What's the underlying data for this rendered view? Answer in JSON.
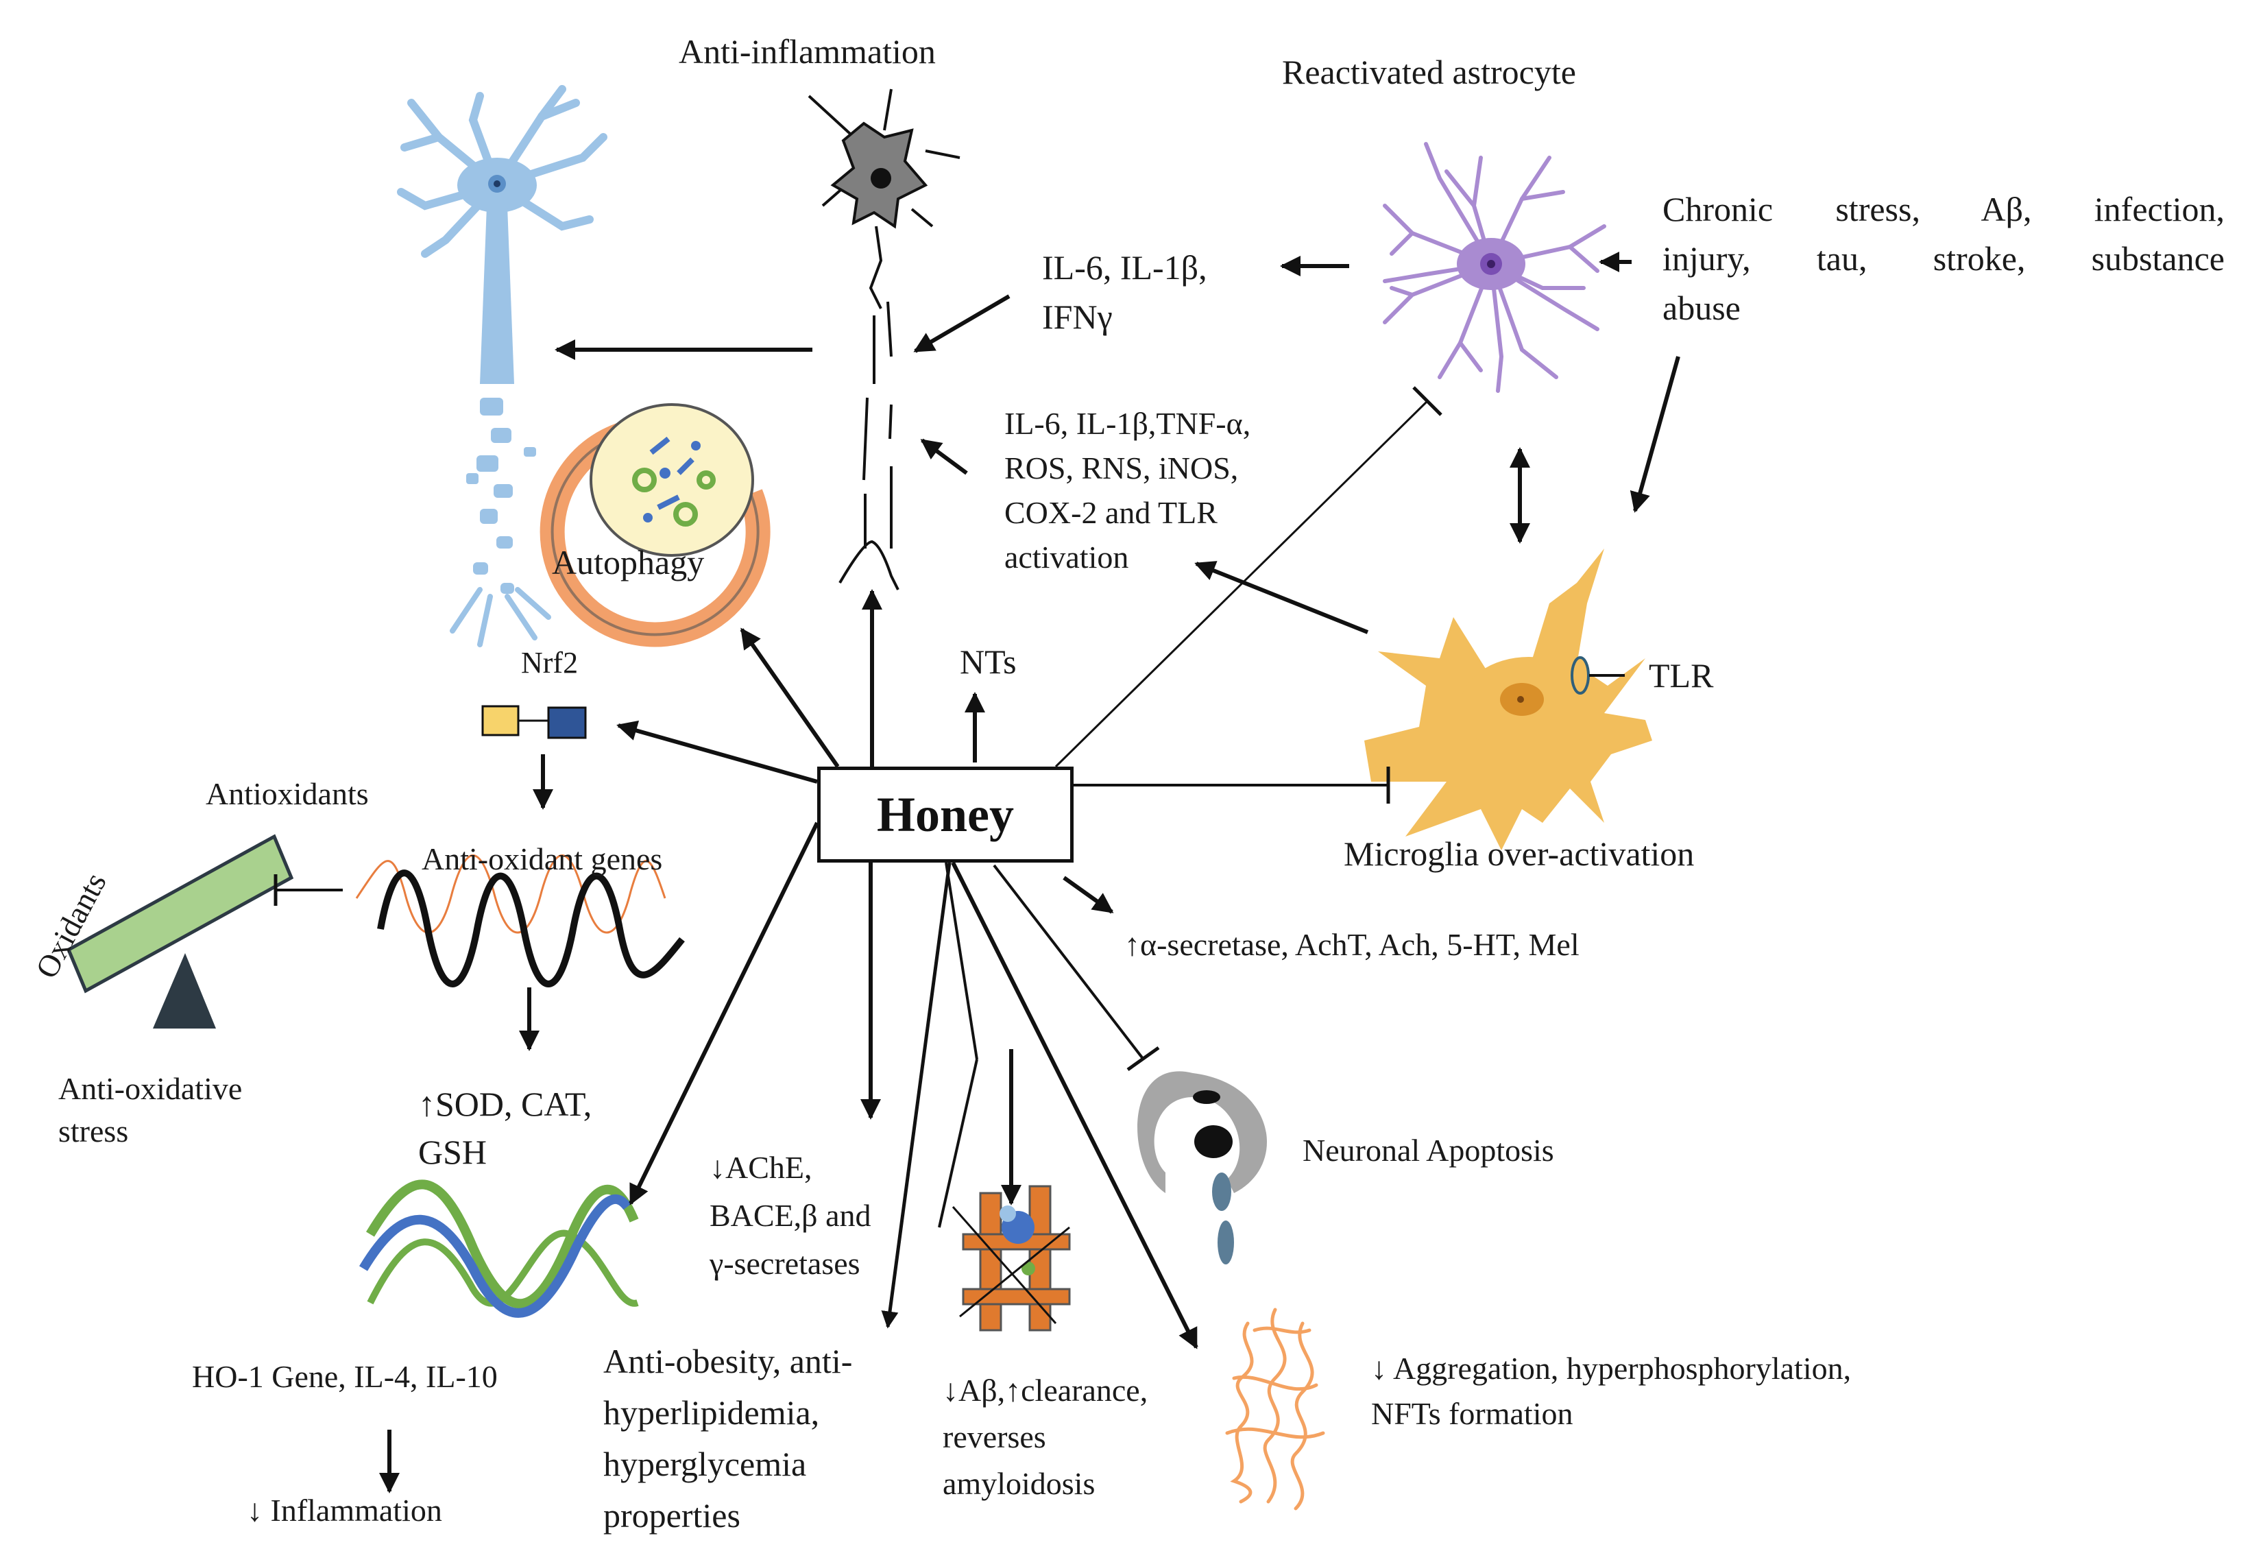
{
  "center": {
    "label": "Honey"
  },
  "labels": {
    "anti_inflammation": "Anti-inflammation",
    "reactivated_astrocyte": "Reactivated astrocyte",
    "chronic_stress_line1": "Chronic stress, Aβ, infection,",
    "chronic_stress_line2": "injury, tau, stroke, substance",
    "chronic_stress_line3": "abuse",
    "cytokines_1_line1": "IL-6, IL-1β,",
    "cytokines_1_line2": "IFNγ",
    "cytokines_2_line1": "IL-6, IL-1β,TNF-α,",
    "cytokines_2_line2": "ROS, RNS, iNOS,",
    "cytokines_2_line3": "COX-2 and TLR",
    "cytokines_2_line4": "activation",
    "autophagy": "Autophagy",
    "nrf2": "Nrf2",
    "nts": "NTs",
    "tlr": "TLR",
    "microglia_over_activation": "Microglia over-activation",
    "antioxidants": "Antioxidants",
    "oxidants": "Oxidants",
    "anti_oxidant_genes": "Anti-oxidant genes",
    "anti_oxidative_stress_line1": "Anti-oxidative",
    "anti_oxidative_stress_line2": "stress",
    "sod_cat_line1": "↑SOD, CAT,",
    "sod_cat_line2": "GSH",
    "secretase_up": "↑α-secretase, AchT, Ach, 5-HT, Mel",
    "neuronal_apoptosis": "Neuronal Apoptosis",
    "ache_line1": "↓AChE,",
    "ache_line2": "BACE,β and",
    "ache_line3": "γ-secretases",
    "ho1": "HO-1 Gene, IL-4, IL-10",
    "inflammation_down": "↓ Inflammation",
    "anti_obesity_line1": "Anti-obesity, anti-",
    "anti_obesity_line2": "hyperlipidemia,",
    "anti_obesity_line3": "hyperglycemia",
    "anti_obesity_line4": "properties",
    "abeta_line1": "↓Aβ,↑clearance,",
    "abeta_line2": "reverses",
    "abeta_line3": "amyloidosis",
    "aggregation_line1": "↓ Aggregation, hyperphosphorylation,",
    "aggregation_line2": "NFTs formation"
  },
  "colors": {
    "line": "#111111",
    "neuron_blue": "#9cc3e6",
    "neuron_blue_dark": "#5b8fc7",
    "astrocyte_purple": "#a98bd1",
    "astrocyte_dark": "#7a4fb3",
    "microglia_orange": "#f2be5c",
    "microglia_nucleus": "#d9902a",
    "autophagy_orange": "#f2a06a",
    "autophagy_inner": "#fbf3c8",
    "seesaw_green": "#a9d18e",
    "seesaw_dark": "#2d3a44",
    "nrf2_yellow": "#f7d36b",
    "nrf2_blue": "#2f5597",
    "dna_blue": "#4472c4",
    "dna_green": "#70ad47",
    "wave_orange": "#e87d3e",
    "apoptosis_gray": "#a6a6a6",
    "apoptosis_blue": "#5b7d96",
    "tau_orange": "#f4a261"
  },
  "icons": [
    "neuron-icon",
    "anti-inflammation-cell-icon",
    "astrocyte-icon",
    "autophagy-icon",
    "microglia-icon",
    "nrf2-icon",
    "seesaw-icon",
    "gene-wave-icon",
    "dna-helix-icon",
    "apoptosis-cell-icon",
    "amyloid-plaque-icon",
    "tau-tangle-icon"
  ]
}
